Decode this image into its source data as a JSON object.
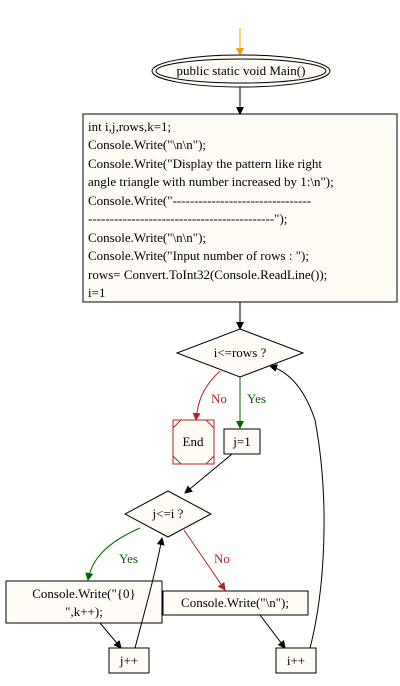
{
  "diagram": {
    "start_label": "public static void Main()",
    "init_block": [
      "int i,j,rows,k=1;",
      "Console.Write(\"\\n\\n\");",
      "Console.Write(\"Display the pattern like right",
      "angle triangle with number increased by 1:\\n\");",
      "Console.Write(\"--------------------------------",
      "-------------------------------------------\");",
      "Console.Write(\"\\n\\n\");",
      "Console.Write(\"Input number of rows : \");",
      "rows= Convert.ToInt32(Console.ReadLine());",
      "i=1"
    ],
    "outer_condition": "i<=rows ?",
    "end_label": "End",
    "j_init": "j=1",
    "inner_condition": "j<=i ?",
    "print_k_lines": [
      "Console.Write(\"{0}",
      "\",k++);"
    ],
    "print_newline": "Console.Write(\"\\n\");",
    "j_increment": "j++",
    "i_increment": "i++",
    "yes_label": "Yes",
    "no_label": "No",
    "colors": {
      "start_arrow": "#f5a000",
      "yes": "#006400",
      "no": "#b22222",
      "end_stroke": "#b22222",
      "box_fill": "#fffcf5"
    }
  }
}
